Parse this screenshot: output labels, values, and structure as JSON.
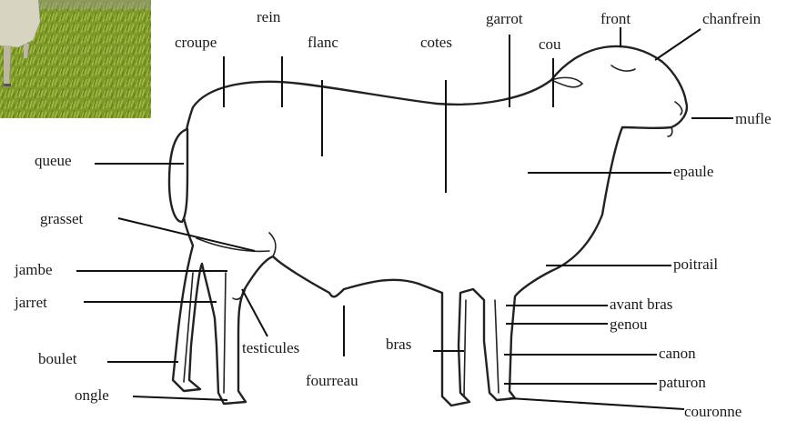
{
  "photo": {
    "description_icon": "sheep-photo-icon"
  },
  "labels": {
    "rein": "rein",
    "garrot": "garrot",
    "front": "front",
    "chanfrein": "chanfrein",
    "croupe": "croupe",
    "flanc": "flanc",
    "cotes": "cotes",
    "cou": "cou",
    "mufle": "mufle",
    "queue": "queue",
    "epaule": "epaule",
    "grasset": "grasset",
    "jambe": "jambe",
    "poitrail": "poitrail",
    "jarret": "jarret",
    "avant_bras": "avant bras",
    "genou": "genou",
    "testicules": "testicules",
    "bras": "bras",
    "boulet": "boulet",
    "canon": "canon",
    "paturon": "paturon",
    "fourreau": "fourreau",
    "ongle": "ongle",
    "couronne": "couronne"
  }
}
